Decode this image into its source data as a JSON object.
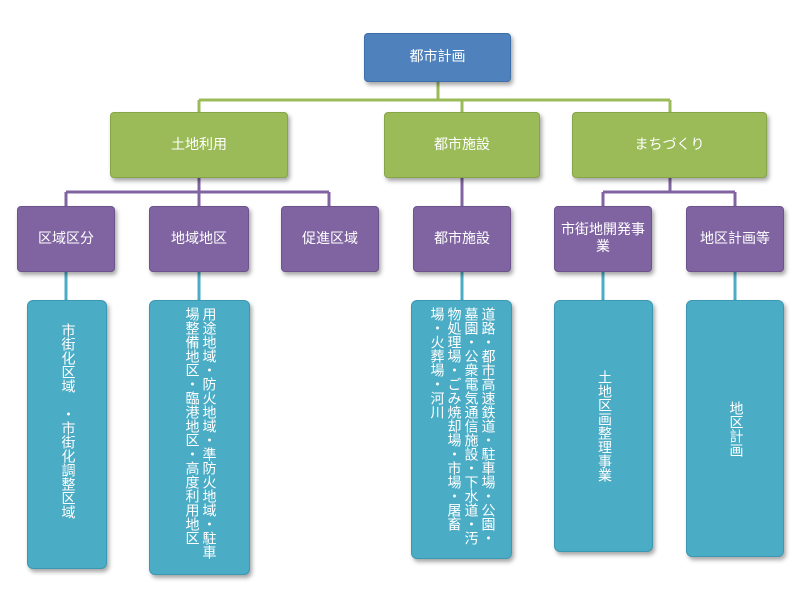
{
  "root": {
    "label": "都市計画"
  },
  "level1": {
    "land_use": "土地利用",
    "facilities": "都市施設",
    "town_making": "まちづくり"
  },
  "level2": {
    "zone_division": "区域区分",
    "zoning_district": "地域地区",
    "promotion_area": "促進区域",
    "urban_facilities": "都市施設",
    "urban_development": "市街地開発事業",
    "district_plan": "地区計画等"
  },
  "level3": {
    "zone_division_detail": "市街化区域　・市街化調整区域",
    "zoning_detail": "用途地域・防火地域・準防火地域・駐車場整備地区・臨港地区・高度利用地区",
    "facilities_detail": "道路・都市高速鉄道・駐車場・公園・墓園・公衆電気通信施設・下水道・汚物処理場・ごみ焼却場・市場・屠畜場・火葬場・河川",
    "redevelopment_detail": "土地区画整理事業",
    "district_plan_detail": "地区計画"
  },
  "colors": {
    "root": "#4f81bd",
    "level1": "#9bbb59",
    "level2": "#8064a2",
    "level3": "#4bacc6"
  }
}
